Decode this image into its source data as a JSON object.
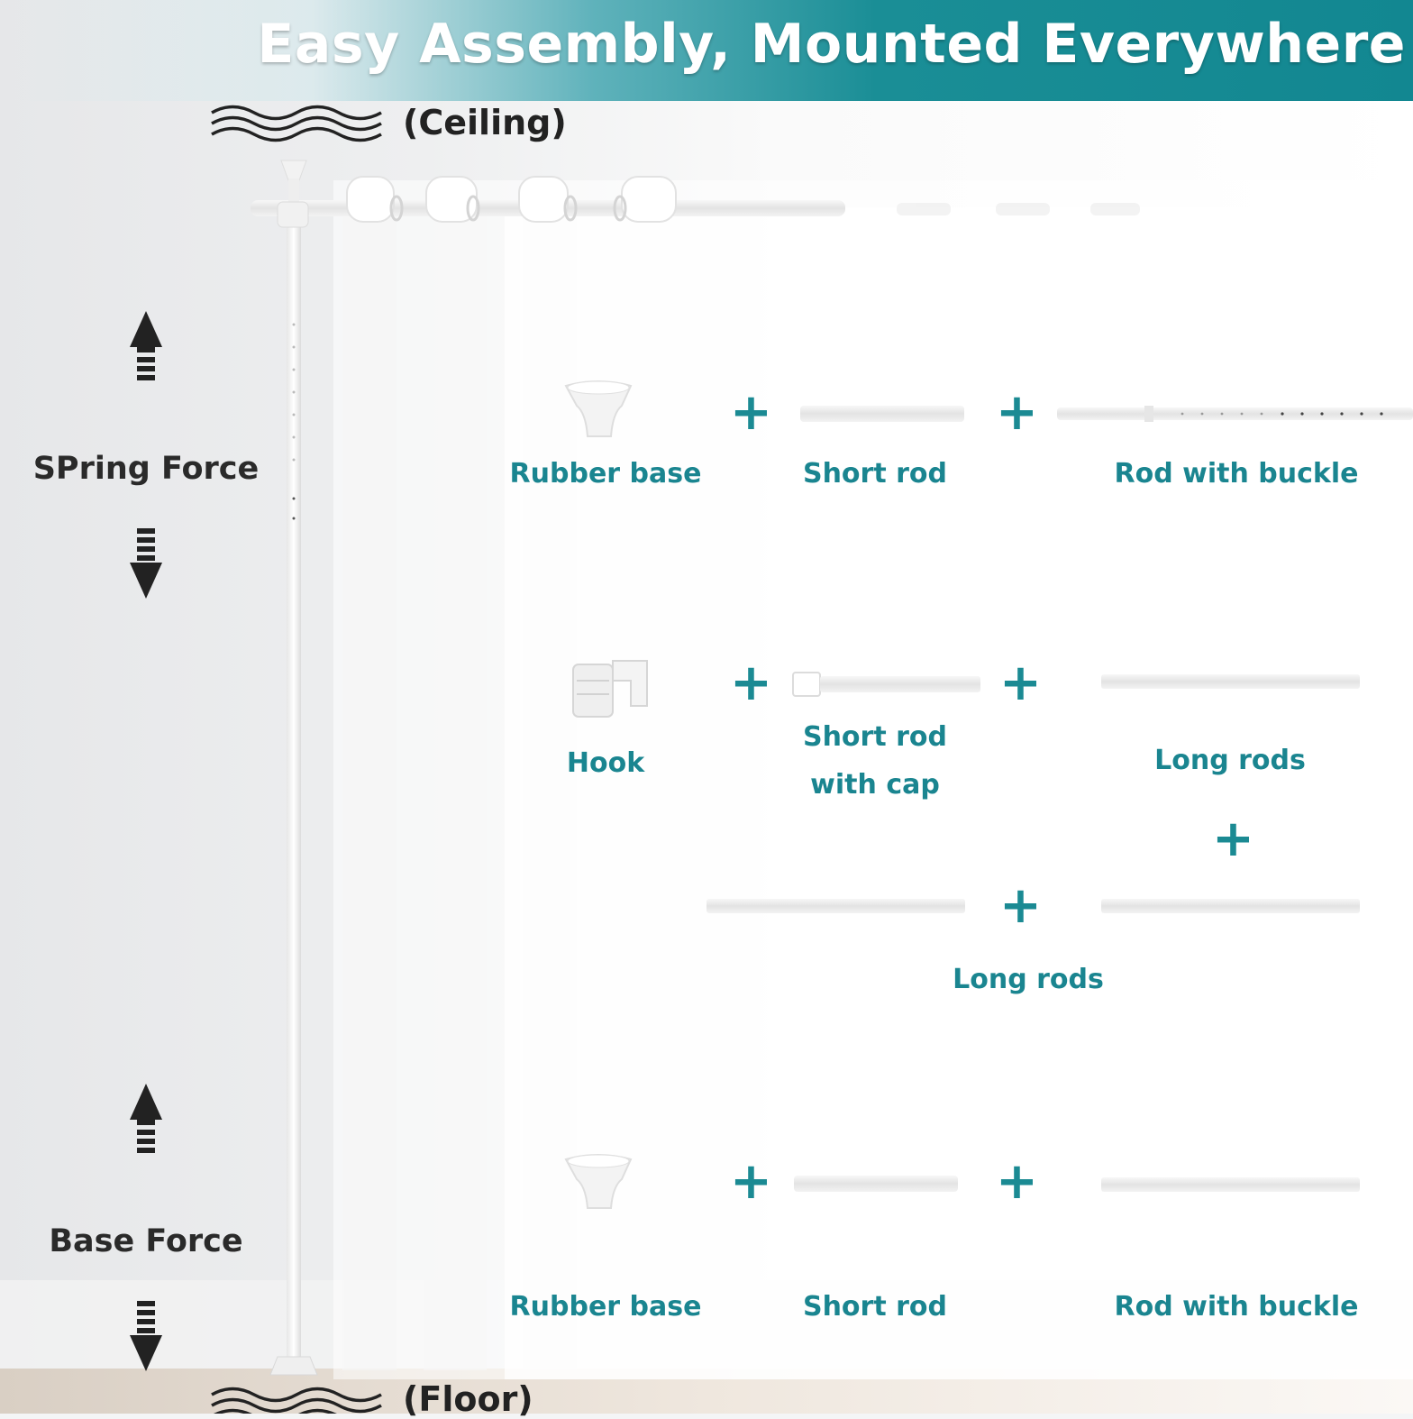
{
  "title": "Easy Assembly, Mounted Everywhere",
  "ceiling_label": "(Ceiling)",
  "floor_label": "(Floor)",
  "spring_force_label": "SPring Force",
  "base_force_label": "Base Force",
  "plus_sign": "+",
  "row1": {
    "item1": "Rubber base",
    "item2": "Short rod",
    "item3": "Rod with buckle"
  },
  "row2": {
    "item1": "Hook",
    "item2_line1": "Short rod",
    "item2_line2": "with cap",
    "item3": "Long rods"
  },
  "row3": {
    "label": "Long rods"
  },
  "row4": {
    "item1": "Rubber base",
    "item2": "Short rod",
    "item3": "Rod with buckle"
  },
  "colors": {
    "accent": "#1a8590",
    "title_band": "#128791",
    "text_dark": "#222222"
  },
  "icons": [
    "waves-icon",
    "arrow-up-icon",
    "arrow-down-icon",
    "rubber-base-icon",
    "hook-icon",
    "rod-icon"
  ]
}
